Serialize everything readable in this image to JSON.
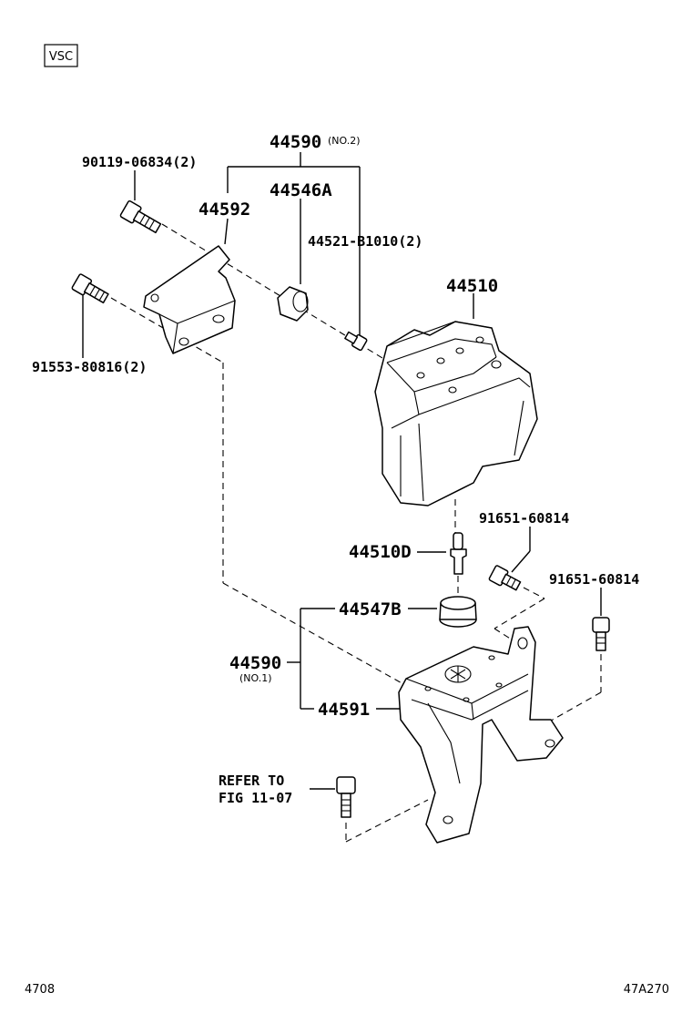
{
  "badge": "VSC",
  "callouts": {
    "p44590_no2": "44590",
    "p44590_no2_note": "(NO.2)",
    "p90119": "90119-06834(2)",
    "p44546A": "44546A",
    "p44592": "44592",
    "p44521": "44521-B1010(2)",
    "p44510": "44510",
    "p91553": "91553-80816(2)",
    "p91651_a": "91651-60814",
    "p44510D": "44510D",
    "p91651_b": "91651-60814",
    "p44547B": "44547B",
    "p44590_no1": "44590",
    "p44590_no1_note": "(NO.1)",
    "p44591": "44591",
    "refer_line1": "REFER TO",
    "refer_line2": "FIG 11-07"
  },
  "footer": {
    "left": "4708",
    "right": "47A270"
  }
}
